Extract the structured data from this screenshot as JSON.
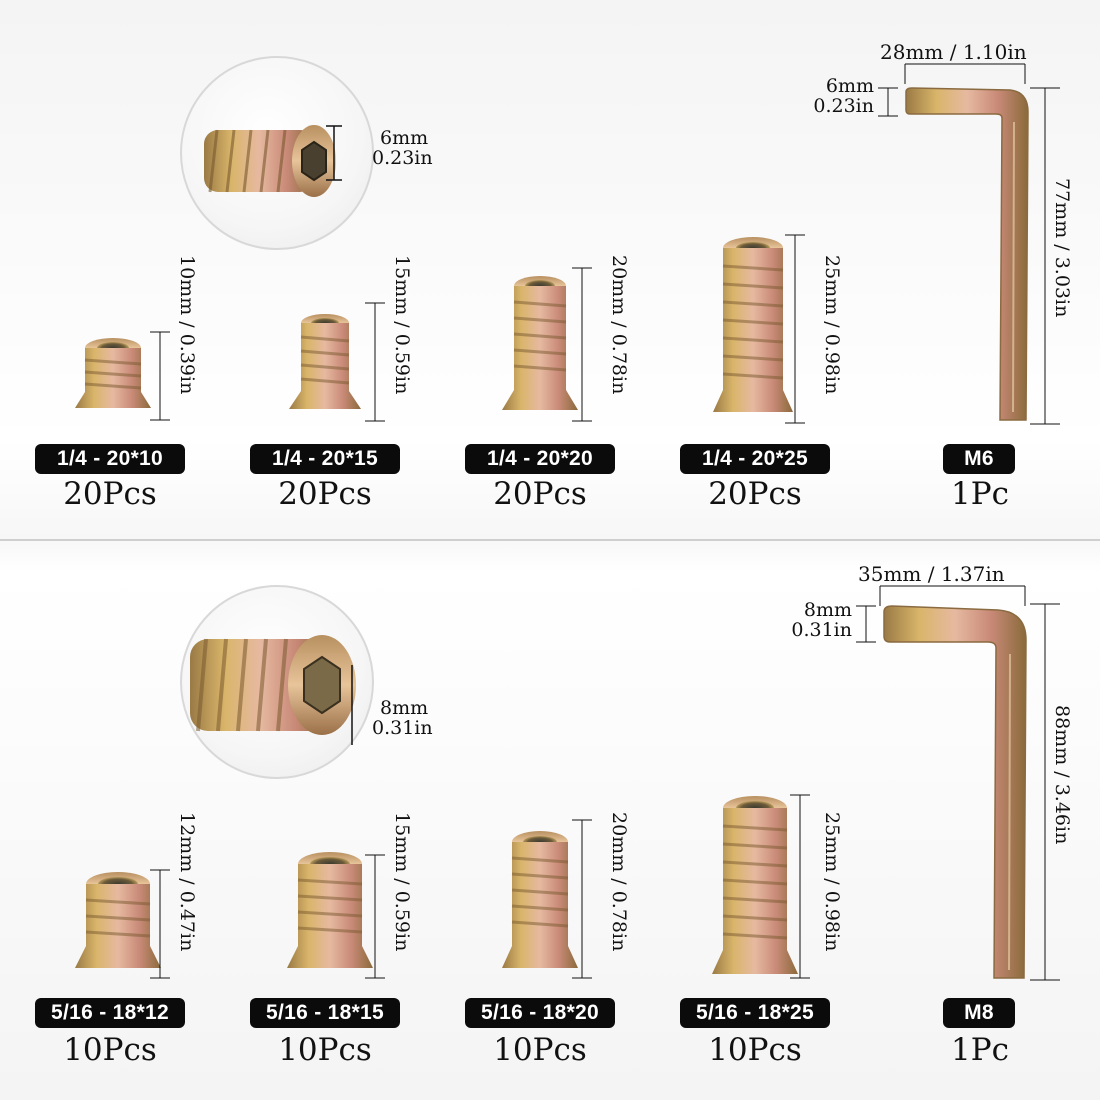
{
  "row1": {
    "zoom": {
      "mm": "6mm",
      "in": "0.23in"
    },
    "items": [
      {
        "dim": "10mm / 0.39in",
        "tag": "1/4 - 20*10",
        "qty": "20Pcs"
      },
      {
        "dim": "15mm / 0.59in",
        "tag": "1/4 - 20*15",
        "qty": "20Pcs"
      },
      {
        "dim": "20mm / 0.78in",
        "tag": "1/4 - 20*20",
        "qty": "20Pcs"
      },
      {
        "dim": "25mm / 0.98in",
        "tag": "1/4 - 20*25",
        "qty": "20Pcs"
      }
    ],
    "wrench": {
      "width": "28mm / 1.10in",
      "hex_mm": "6mm",
      "hex_in": "0.23in",
      "length": "77mm / 3.03in",
      "tag": "M6",
      "qty": "1Pc"
    }
  },
  "row2": {
    "zoom": {
      "mm": "8mm",
      "in": "0.31in"
    },
    "items": [
      {
        "dim": "12mm / 0.47in",
        "tag": "5/16 - 18*12",
        "qty": "10Pcs"
      },
      {
        "dim": "15mm / 0.59in",
        "tag": "5/16 - 18*15",
        "qty": "10Pcs"
      },
      {
        "dim": "20mm / 0.78in",
        "tag": "5/16 - 18*20",
        "qty": "10Pcs"
      },
      {
        "dim": "25mm / 0.98in",
        "tag": "5/16 - 18*25",
        "qty": "10Pcs"
      }
    ],
    "wrench": {
      "width": "35mm / 1.37in",
      "hex_mm": "8mm",
      "hex_in": "0.31in",
      "length": "88mm / 3.46in",
      "tag": "M8",
      "qty": "1Pc"
    }
  },
  "colors": {
    "tag_bg": "#0b0b0b",
    "tag_text": "#ffffff",
    "metal_gold": "#c8a85a",
    "metal_pink": "#c98a78"
  }
}
